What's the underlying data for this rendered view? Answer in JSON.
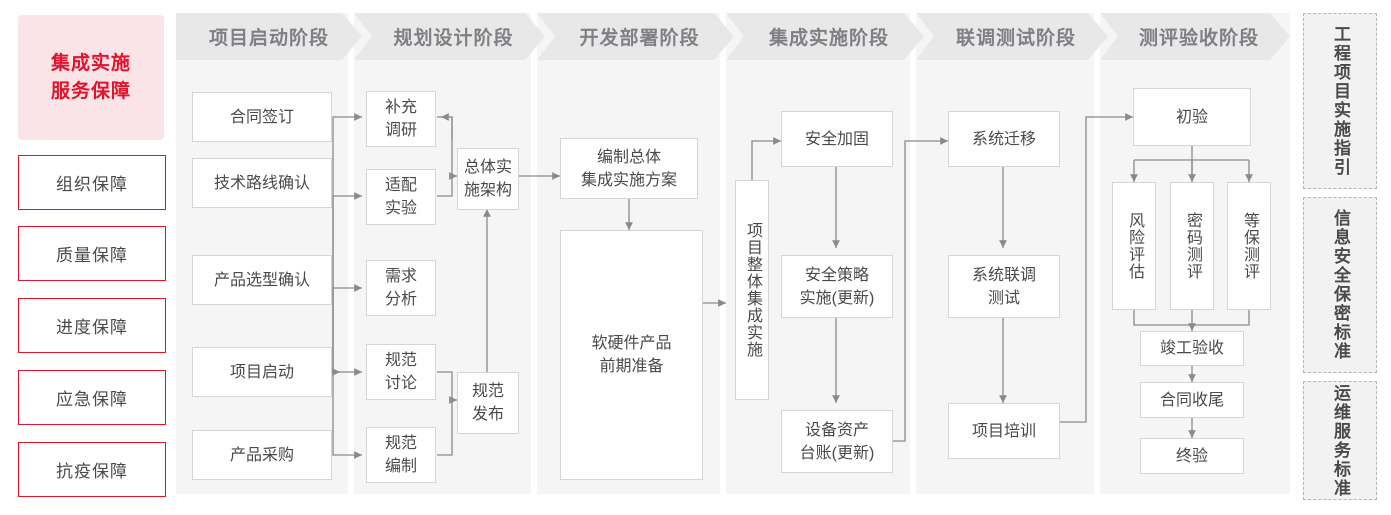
{
  "left_sidebar": {
    "lead": {
      "line1": "集成实施",
      "line2": "服务保障"
    },
    "guarantees": [
      {
        "label": "组织保障"
      },
      {
        "label": "质量保障"
      },
      {
        "label": "进度保障"
      },
      {
        "label": "应急保障"
      },
      {
        "label": "抗疫保障"
      }
    ]
  },
  "phases": [
    {
      "header": "项目启动阶段"
    },
    {
      "header": "规划设计阶段"
    },
    {
      "header": "开发部署阶段"
    },
    {
      "header": "集成实施阶段"
    },
    {
      "header": "联调测试阶段"
    },
    {
      "header": "测评验收阶段"
    }
  ],
  "nodes": {
    "c1_n1": "合同签订",
    "c1_n2": "技术路线确认",
    "c1_n3": "产品选型确认",
    "c1_n4": "项目启动",
    "c1_n5": "产品采购",
    "c2_n1": "补充\n调研",
    "c2_n2": "适配\n实验",
    "c2_n3": "需求\n分析",
    "c2_n4": "规范\n讨论",
    "c2_n5": "规范\n编制",
    "c2_arch": "总体实\n施架构",
    "c2_pub": "规范\n发布",
    "c3_n1": "编制总体\n集成实施方案",
    "c3_n2": "软硬件产品\n前期准备",
    "c4_vert": "项目整体集成实施",
    "c4_n1": "安全加固",
    "c4_n2": "安全策略\n实施(更新)",
    "c4_n3": "设备资产\n台账(更新)",
    "c5_n1": "系统迁移",
    "c5_n2": "系统联调\n测试",
    "c5_n3": "项目培训",
    "c6_n1": "初验",
    "c6_n2": "风险评估",
    "c6_n3": "密码测评",
    "c6_n4": "等保测评",
    "c6_n5": "竣工验收",
    "c6_n6": "合同收尾",
    "c6_n7": "终验"
  },
  "right_sidebar": {
    "items": [
      {
        "label": "工程项目实施指引"
      },
      {
        "label": "信息安全保密标准"
      },
      {
        "label": "运维服务标准"
      }
    ]
  },
  "colors": {
    "accent_red": "#e2142d",
    "lead_bg": "#fbe4e8",
    "band_bg": "#f5f5f5",
    "header_bg": "#e8e8e8",
    "header_text": "#7e8084",
    "box_border": "#d5d5d5",
    "box_text": "#4a4a4a",
    "wire": "#8a8a8a"
  }
}
